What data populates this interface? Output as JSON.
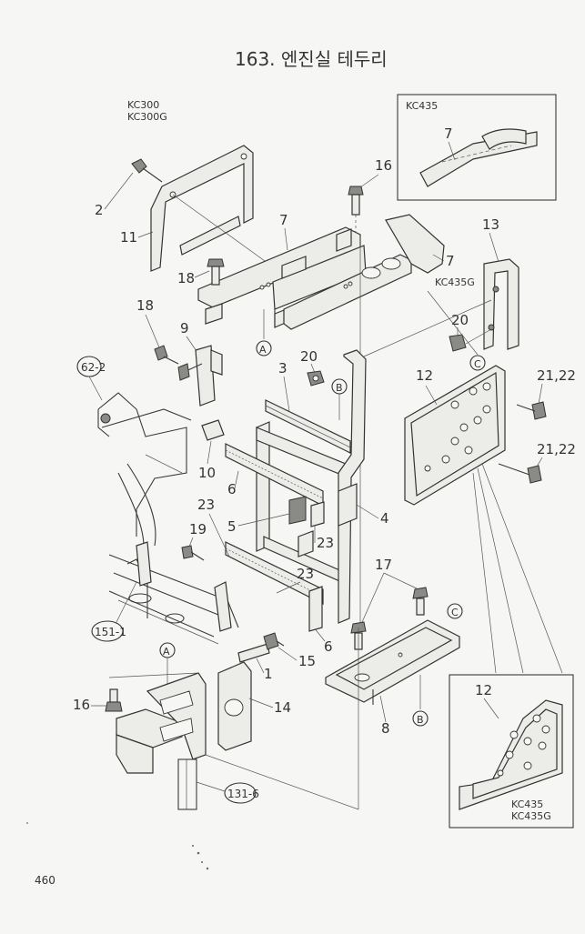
{
  "title": "163. 엔진실 테두리",
  "page_number": "460",
  "model_labels": {
    "top_left": [
      "KC300",
      "KC300G"
    ],
    "inset_top": "KC435",
    "mid_right": "KC435G",
    "inset_bottom": [
      "KC435",
      "KC435G"
    ]
  },
  "callouts": [
    "2",
    "11",
    "7",
    "16",
    "18",
    "18",
    "9",
    "62-2",
    "A",
    "3",
    "20",
    "B",
    "13",
    "7",
    "20",
    "C",
    "12",
    "21,22",
    "21,22",
    "10",
    "6",
    "23",
    "5",
    "4",
    "19",
    "23",
    "23",
    "151-1",
    "17",
    "C",
    "15",
    "A",
    "1",
    "14",
    "16",
    "131-6",
    "6",
    "8",
    "B",
    "12",
    "7"
  ],
  "ref_labels": {
    "a": "A",
    "b": "B",
    "c": "C",
    "circ_62": "62-2",
    "circ_151": "151-1",
    "circ_131": "131-6"
  }
}
